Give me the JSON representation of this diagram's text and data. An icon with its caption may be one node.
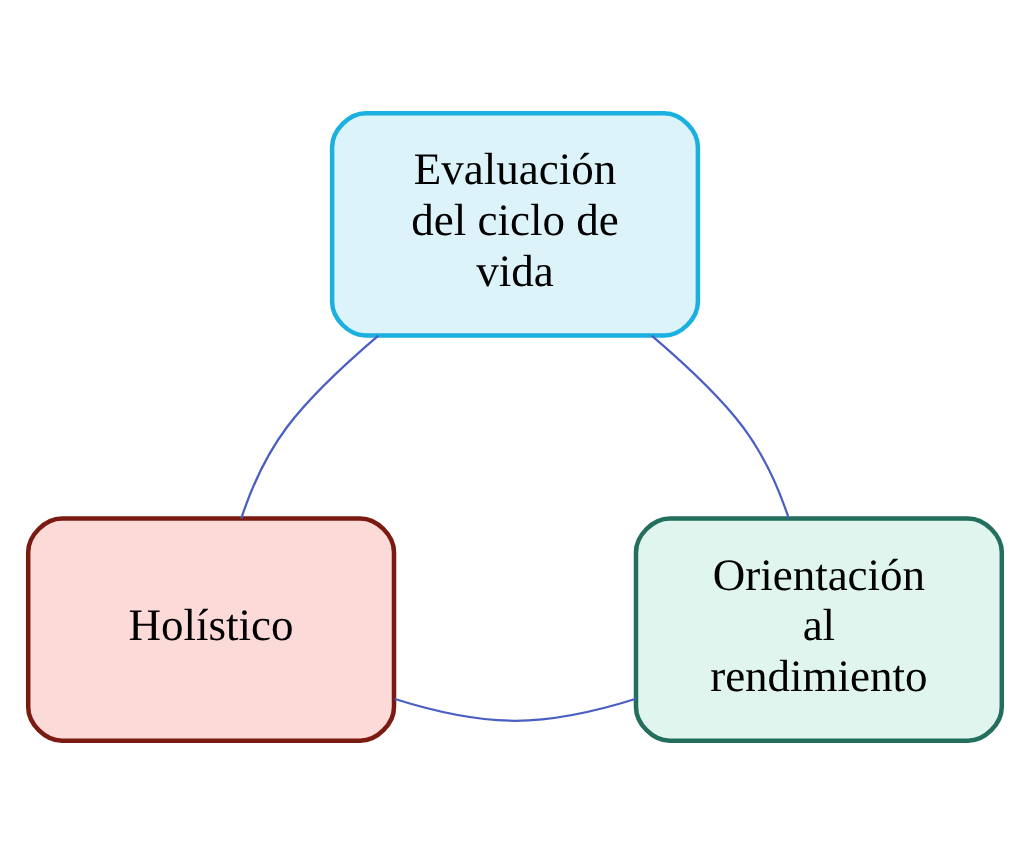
{
  "diagram": {
    "nodes": [
      {
        "text": [
          "Evaluación del ciclo de vida"
        ]
      },
      {
        "text": [
          "Orientación al rendimiento"
        ]
      },
      {
        "text": [
          "Holístico"
        ]
      }
    ],
    "edges": [
      {
        "from": 0,
        "to": 2,
        "arrow": "none"
      },
      {
        "from": 2,
        "to": 1,
        "arrow": "none"
      },
      {
        "from": 1,
        "to": 0,
        "arrow": "none"
      }
    ]
  }
}
